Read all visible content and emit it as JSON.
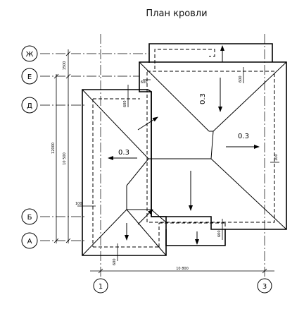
{
  "title": "План кровли",
  "axes_rows": [
    "Ж",
    "Е",
    "Д",
    "Б",
    "А"
  ],
  "axes_cols": [
    "1",
    "3"
  ],
  "slope_labels": [
    "0.3",
    "0.3",
    "0.3"
  ],
  "dims": {
    "overall_v": "12000",
    "inner_v": "10 500",
    "top_v": "1500",
    "overall_h": "10 800",
    "offset_100_left": "100",
    "offset_100_right": "100",
    "small_dims": [
      "600",
      "600",
      "600",
      "600",
      "600"
    ]
  }
}
